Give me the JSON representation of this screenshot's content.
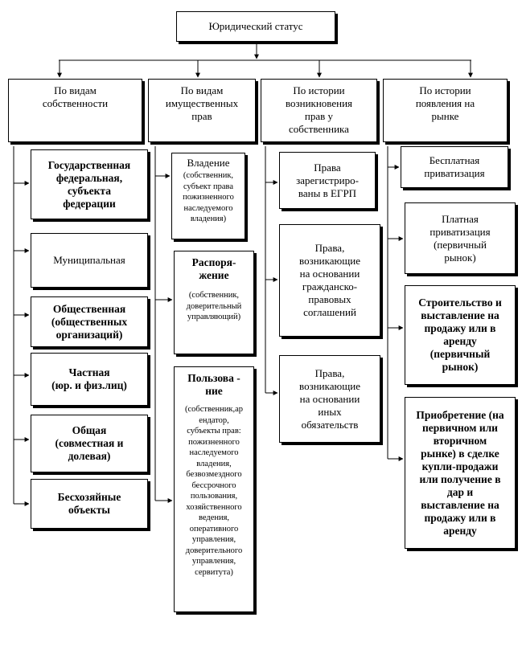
{
  "root": "Юридический статус",
  "columns": [
    {
      "header": "По видам\nсобственности",
      "items": [
        "Государственная\nфедеральная,\nсубъекта\nфедерации",
        "Муниципальная",
        "Общественная\n(общественных\nорганизаций)",
        "Частная\n(юр. и физ.лиц)",
        "Общая\n(совместная и\nдолевая)",
        "Бесхозяйные\nобъекты"
      ]
    },
    {
      "header": "По видам\nимущественных\nправ",
      "items": [
        {
          "title": "Владение",
          "note": "(собственник,\nсубъект права\nпожизненного\nнаследуемого\nвладения)"
        },
        {
          "title": "Распоря-\nжение",
          "note": "(собственник,\nдоверительный\nуправляющий)"
        },
        {
          "title": "Пользова -\nние",
          "note": "(собственник,ар\nендатор,\nсубъекты прав:\nпожизненного\nнаследуемого\nвладения,\nбезвозмездного\nбессрочного\nпользования,\nхозяйственного\nведения,\nоперативного\nуправления,\nдоверительного\nуправления,\nсервитута)"
        }
      ]
    },
    {
      "header": "По истории\nвозникновения\nправ у\nсобственника",
      "items": [
        "Права\nзарегистриро-\nваны в ЕГРП",
        "Права,\nвозникающие\nна основании\nгражданско-\nправовых\nсоглашений",
        "Права,\nвозникающие\nна основании\nиных\nобязательств"
      ]
    },
    {
      "header": "По истории\nпоявления на\nрынке",
      "items": [
        "Бесплатная\nприватизация",
        "Платная\nприватизация\n(первичный\nрынок)",
        "Строительство и\nвыставление на\nпродажу или в\nаренду\n(первичный\nрынок)",
        "Приобретение (на\nпервичном или\nвторичном\nрынке) в сделке\nкупли-продажи\nили получение в\nдар  и\nвыставление на\nпродажу или в\nаренду"
      ]
    }
  ]
}
